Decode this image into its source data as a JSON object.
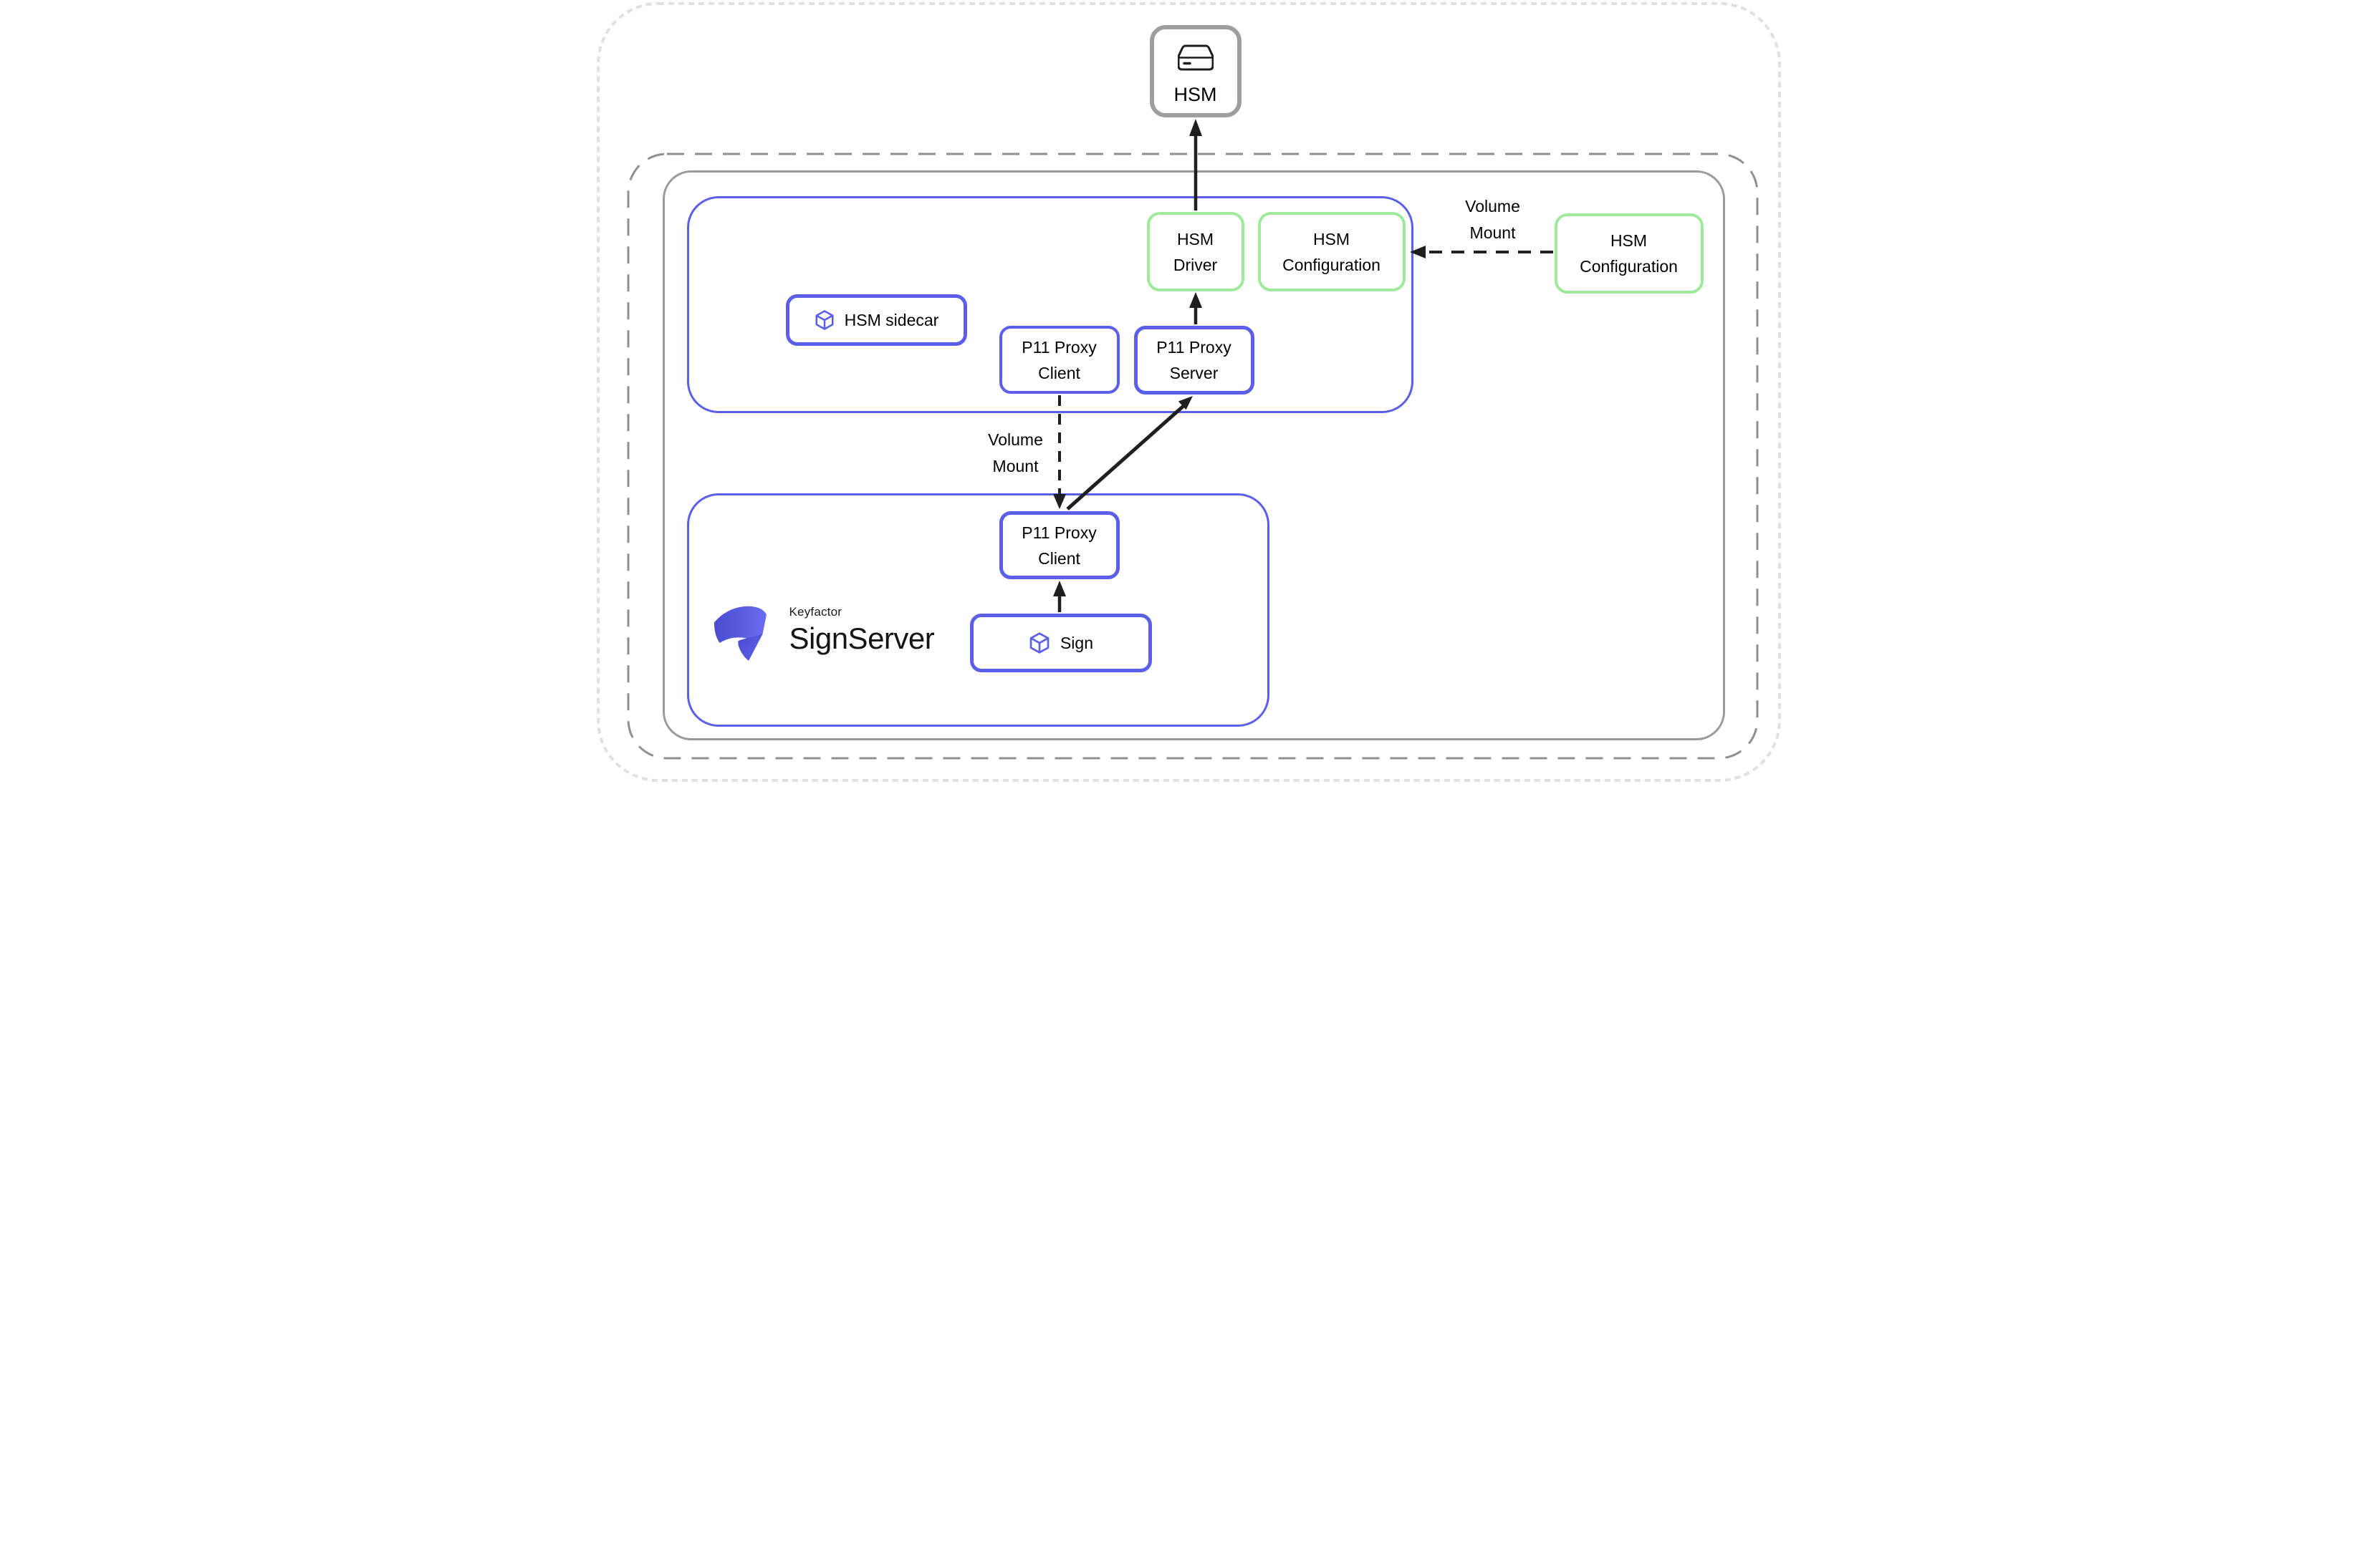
{
  "colors": {
    "blue": "#5B5EE8",
    "green": "#9FE99A",
    "gray_solid": "#9A9A9A",
    "gray_dashed": "#8F8F8F",
    "gray_light": "#E0E0E0",
    "hsm_border": "#9E9E9E",
    "arrow": "#1F1F1F",
    "text": "#000000",
    "logo_dark": "#1A1A1A"
  },
  "nodes": {
    "hsm": {
      "label": "HSM"
    },
    "hsm_driver": {
      "line1": "HSM",
      "line2": "Driver"
    },
    "hsm_config_sidecar": {
      "line1": "HSM",
      "line2": "Configuration"
    },
    "hsm_config_external": {
      "line1": "HSM",
      "line2": "Configuration"
    },
    "hsm_sidecar": {
      "label": "HSM sidecar"
    },
    "p11_proxy_client_sidecar": {
      "line1": "P11 Proxy",
      "line2": "Client"
    },
    "p11_proxy_server": {
      "line1": "P11 Proxy",
      "line2": "Server"
    },
    "p11_proxy_client_signserver": {
      "line1": "P11 Proxy",
      "line2": "Client"
    },
    "sign": {
      "label": "Sign"
    }
  },
  "edge_labels": {
    "volume_mount_external": {
      "line1": "Volume",
      "line2": "Mount"
    },
    "volume_mount_internal": {
      "line1": "Volume",
      "line2": "Mount"
    }
  },
  "logo": {
    "brand": "Keyfactor",
    "product": "SignServer"
  }
}
